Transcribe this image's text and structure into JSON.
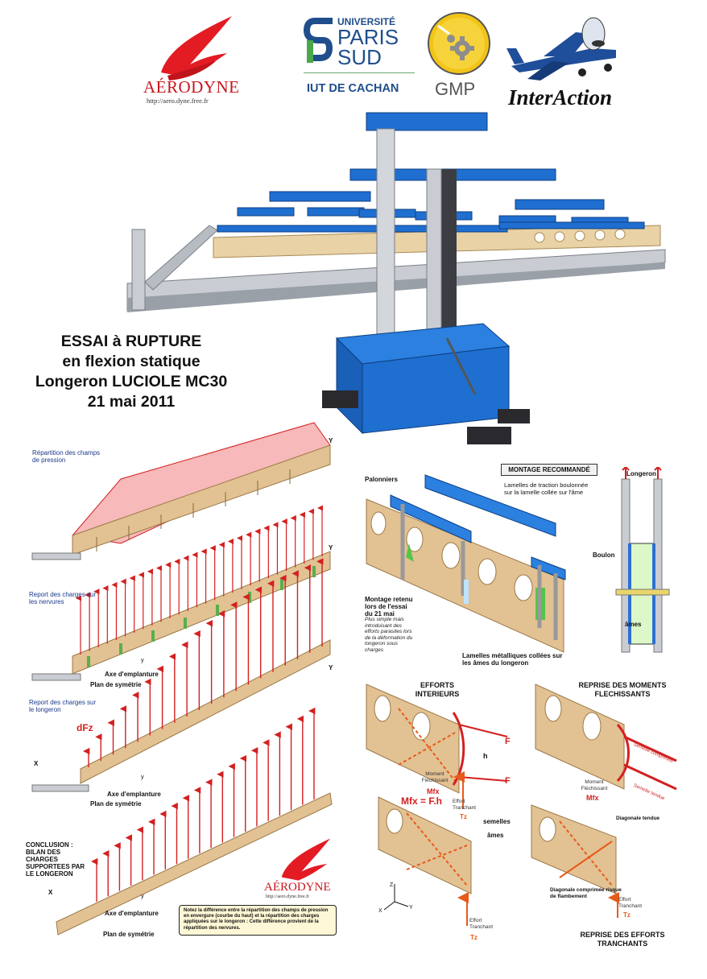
{
  "logos": {
    "aerodyne_name": "AÉRODYNE",
    "aerodyne_url": "http://aero.dyne.free.fr",
    "univ_top": "UNIVERSITÉ",
    "univ_paris": "PARIS",
    "univ_sud": "SUD",
    "iut": "IUT DE CACHAN",
    "gmp": "GMP",
    "interaction": "InterAction"
  },
  "title": {
    "line1": "ESSAI à RUPTURE",
    "line2": "en flexion statique",
    "line3": "Longeron LUCIOLE MC30",
    "line4": "21 mai 2011"
  },
  "left_panel": {
    "repartition": "Répartition des champs de pression",
    "report_nervures": "Report des charges sur les nervures",
    "axe1": "Axe d'emplanture",
    "plan1": "Plan de symétrie",
    "report_longeron": "Report des charges sur le longeron",
    "dfz": "dFz",
    "axe2": "Axe d'emplanture",
    "plan2": "Plan de symétrie",
    "conclusion": "CONCLUSION : BILAN DES CHARGES SUPPORTEES PAR LE LONGERON",
    "axe3": "Axe d'emplanture",
    "plan3": "Plan de symétrie",
    "y_label": "Y",
    "x_label": "X",
    "y_small": "y",
    "note": "Notez la différence entre la répartition des champs de pression en envergure (courbe du haut) et la répartition des charges appliquées sur le longeron : Cette différence provient de la répartition des nervures.",
    "aerodyne_small": "AÉRODYNE",
    "aerodyne_small_url": "http://aero.dyne.free.fr"
  },
  "right_panel": {
    "montage": "MONTAGE RECOMMANDÉ",
    "palonniers": "Palonniers",
    "lamelles_traction": "Lamelles de traction boulonnée sur la lamelle collée sur l'âme",
    "longeron": "Longeron",
    "boulon": "Boulon",
    "ames": "âmes",
    "montage_retenu": "Montage retenu lors de l'essai du 21 mai",
    "montage_note": "Plus simple mais introduisant des efforts parasites lors de la déformation du longeron sous charges",
    "lamelles_metal": "Lamelles métalliques collées sur les âmes du longeron",
    "efforts_interieurs": "EFFORTS INTERIEURS",
    "reprise_moments": "REPRISE DES MOMENTS FLECHISSANTS",
    "f_label": "F",
    "h_label": "h",
    "moment": "Moment Fléchissant",
    "mfx": "Mfx",
    "mfx_eq": "Mfx = F.h",
    "effort_tranchant": "Effort Tranchant",
    "tz": "Tz",
    "semelle_comprimee": "Semelle comprimée",
    "semelle_tendue": "Semelle tendue",
    "semelles": "semelles",
    "ames2": "âmes",
    "diag_tendue": "Diagonale tendue",
    "diag_comprimee": "Diagonale comprimée risque de flambement",
    "reprise_efforts": "REPRISE DES EFFORTS TRANCHANTS",
    "axes": [
      "Z",
      "X",
      "Y"
    ]
  },
  "colors": {
    "blue": "#1f6fd1",
    "red": "#d42020",
    "wood": "#e8d2a6",
    "green": "#5fc25a",
    "orange": "#f07a1a"
  }
}
